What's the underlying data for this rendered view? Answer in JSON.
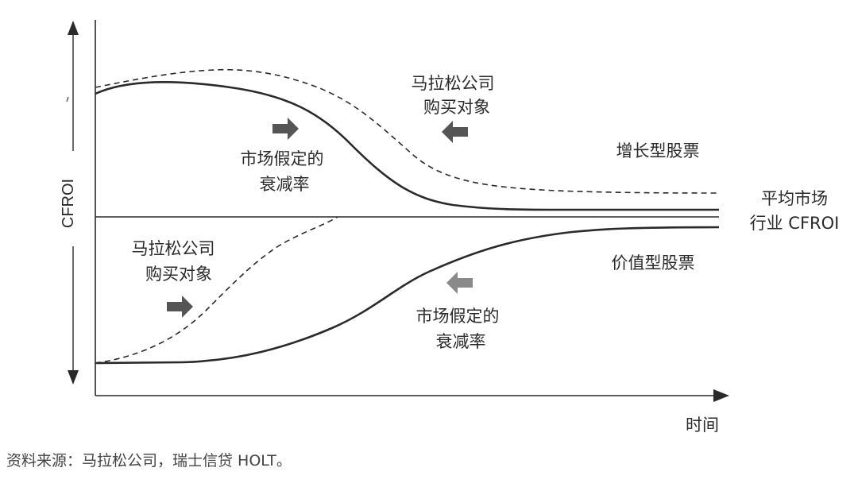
{
  "axes": {
    "y_label": "CFROI",
    "x_label": "时间"
  },
  "upper": {
    "annotation_top_line1": "马拉松公司",
    "annotation_top_line2": "购买对象",
    "annotation_mid_line1": "市场假定的",
    "annotation_mid_line2": "衰减率",
    "stock_label": "增长型股票"
  },
  "baseline": {
    "label_line1": "平均市场",
    "label_line2": "行业 CFROI"
  },
  "lower": {
    "annotation_top_line1": "马拉松公司",
    "annotation_top_line2": "购买对象",
    "annotation_mid_line1": "市场假定的",
    "annotation_mid_line2": "衰减率",
    "stock_label": "价值型股票"
  },
  "source": "资料来源：马拉松公司，瑞士信贷 HOLT。",
  "colors": {
    "line": "#2a2a2a",
    "arrow_dark": "#555555",
    "arrow_light": "#8a8a8a"
  }
}
